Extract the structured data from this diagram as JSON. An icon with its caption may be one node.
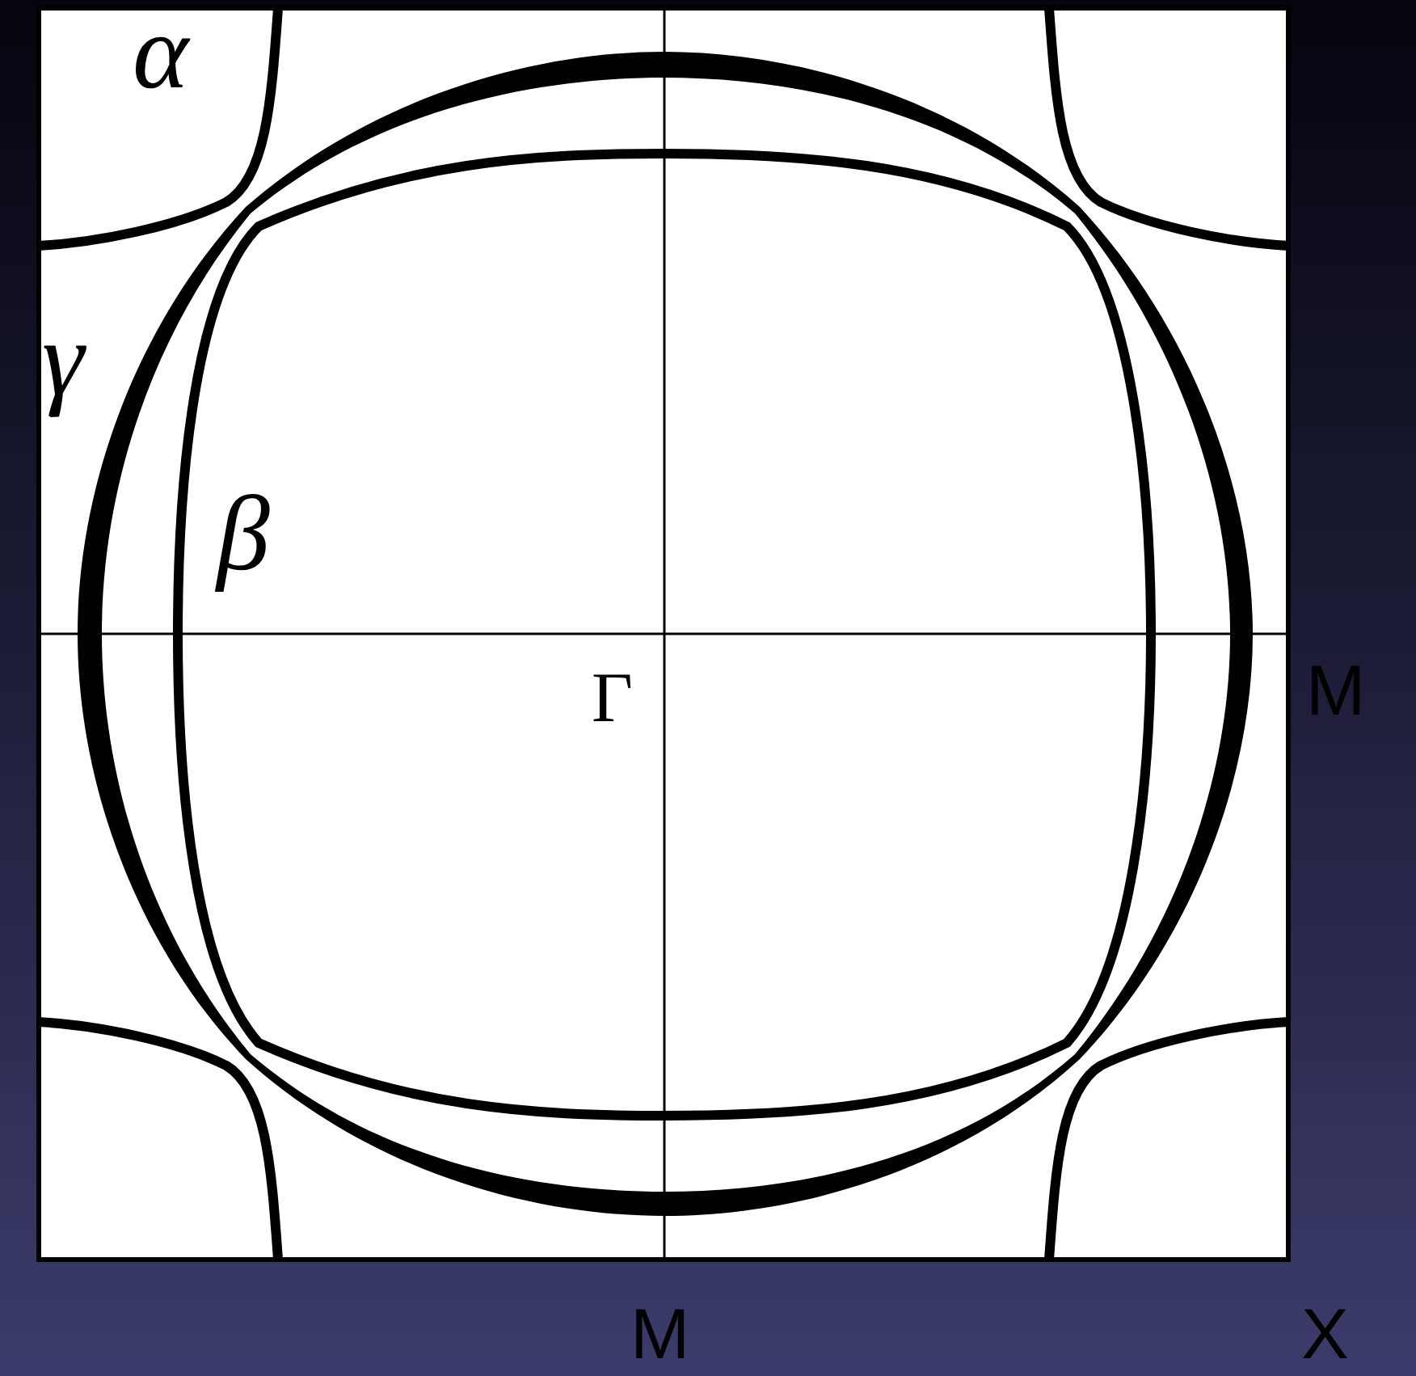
{
  "diagram": {
    "labels": [
      "α",
      "γ",
      "β",
      "Γ",
      "M",
      "M",
      "X"
    ]
  }
}
